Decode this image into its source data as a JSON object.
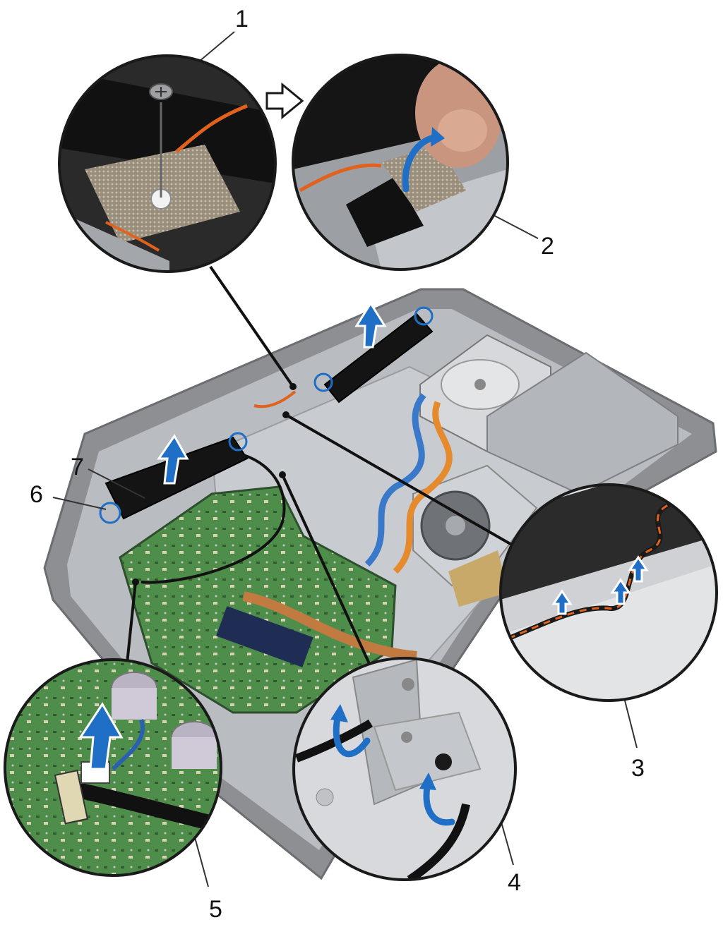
{
  "callouts": {
    "c1": "1",
    "c2": "2",
    "c3": "3",
    "c4": "4",
    "c5": "5",
    "c6": "6",
    "c7": "7"
  },
  "colors": {
    "accent_arrow": "#1f6fc6",
    "frame_grey": "#8d8f93",
    "board_green": "#4c8a4a",
    "cable_orange": "#e0621d",
    "outline": "#1a1a1a"
  },
  "icons": {
    "next_step": "hollow-right-arrow-icon",
    "lift": "up-arrow-icon",
    "rotate": "curved-arrow-icon"
  }
}
